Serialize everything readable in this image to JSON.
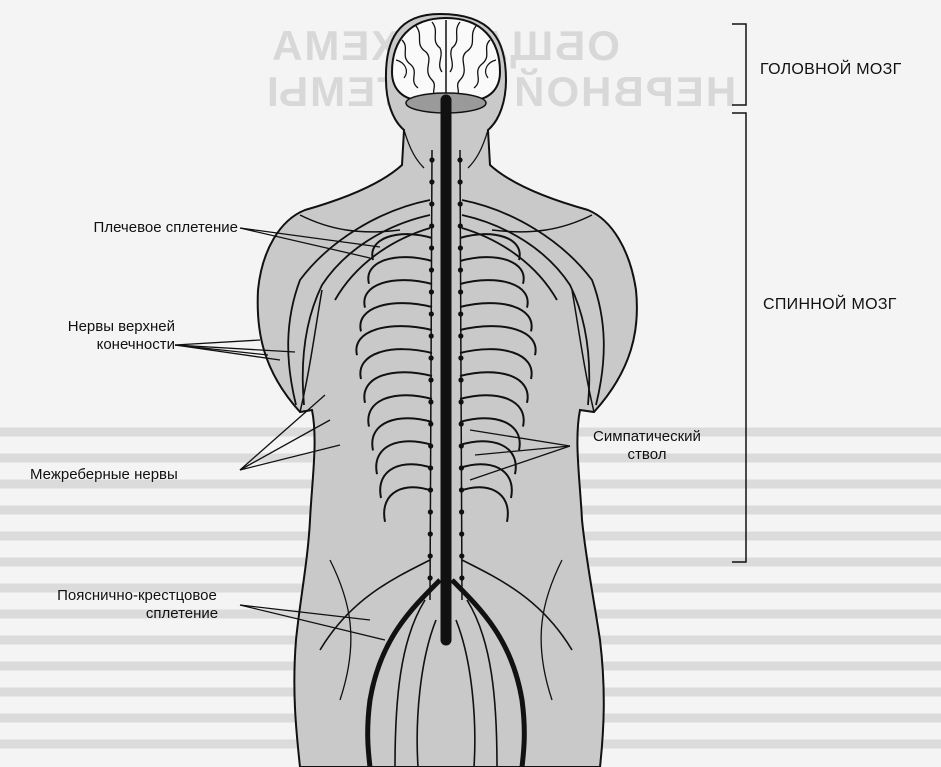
{
  "labels": {
    "brain": "ГОЛОВНОЙ МОЗГ",
    "spinal_cord": "СПИННОЙ МОЗГ",
    "brachial_plexus": "Плечевое сплетение",
    "upper_limb_nerves_line1": "Нервы верхней",
    "upper_limb_nerves_line2": "конечности",
    "intercostal_nerves": "Межреберные нервы",
    "sympathetic_trunk_line1": "Симпатический",
    "sympathetic_trunk_line2": "ствол",
    "lumbosacral_plexus_line1": "Пояснично-крестцовое",
    "lumbosacral_plexus_line2": "сплетение"
  },
  "colors": {
    "ink": "#111111",
    "body_fill": "#c9c9c9",
    "paper": "#f4f4f4",
    "bleed_text": "#c9c9c9"
  }
}
